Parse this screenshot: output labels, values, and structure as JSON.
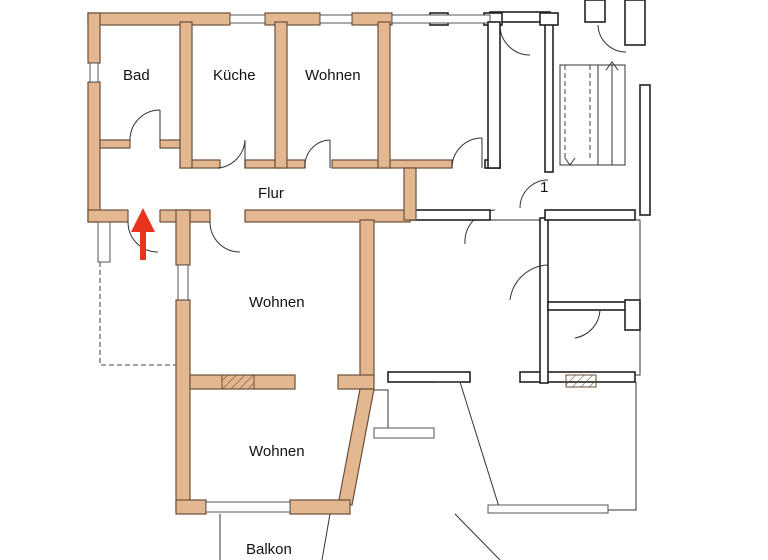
{
  "plan": {
    "rooms": [
      {
        "label": "Bad"
      },
      {
        "label": "Küche"
      },
      {
        "label": "Wohnen"
      },
      {
        "label": "Flur"
      },
      {
        "label": "Wohnen"
      },
      {
        "label": "Wohnen"
      },
      {
        "label": "Balkon"
      }
    ],
    "stair_number": "1",
    "colors": {
      "wall_fill": "#e3b78f",
      "wall_stroke": "#6b4f3a",
      "entrance_arrow": "#e8331f"
    }
  }
}
